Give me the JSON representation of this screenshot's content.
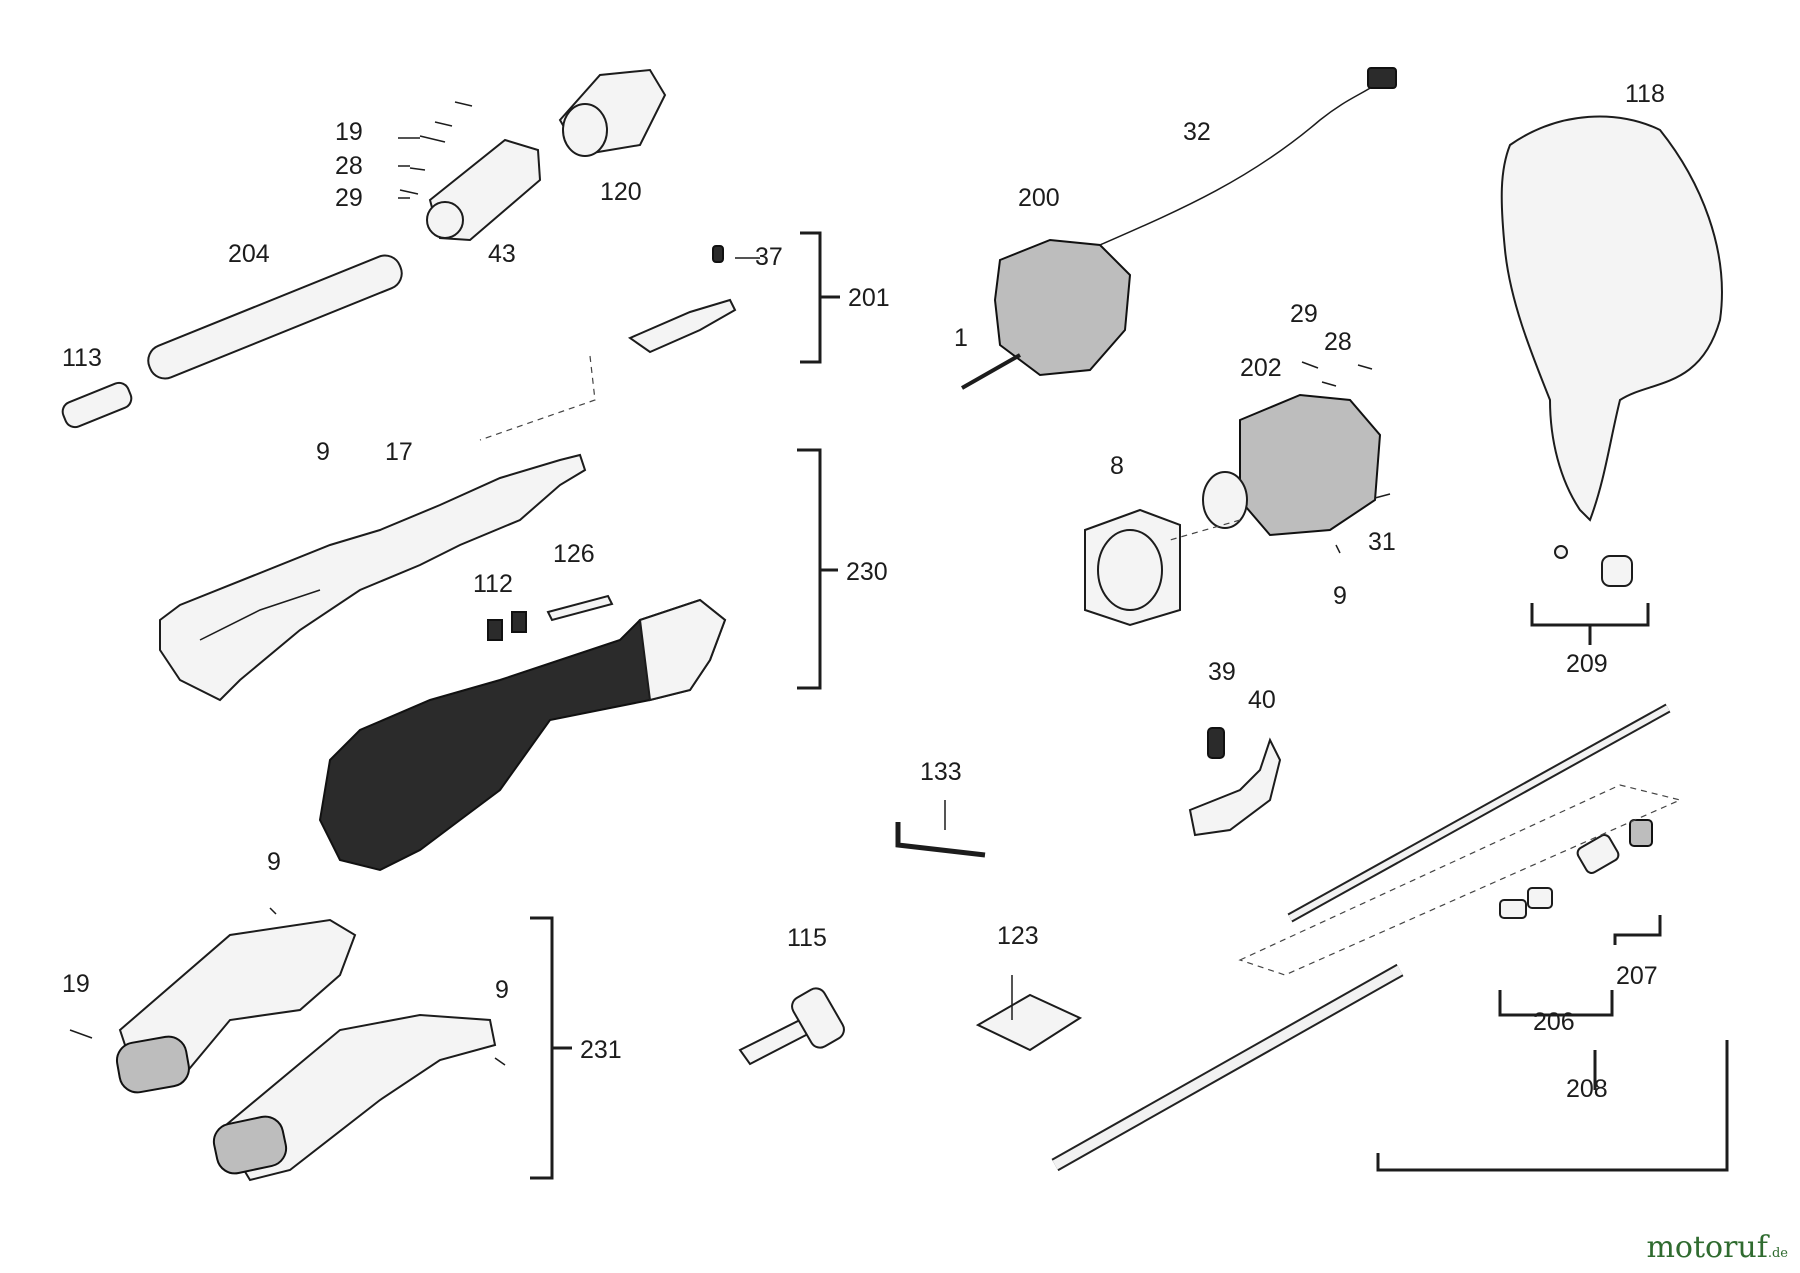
{
  "labels": {
    "l1": "1",
    "l8": "8",
    "l9a": "9",
    "l9b": "9",
    "l9c": "9",
    "l9d": "9",
    "l17": "17",
    "l19a": "19",
    "l19b": "19",
    "l28a": "28",
    "l28b": "28",
    "l29a": "29",
    "l29b": "29",
    "l31": "31",
    "l32": "32",
    "l37": "37",
    "l39": "39",
    "l40": "40",
    "l43": "43",
    "l112": "112",
    "l113": "113",
    "l115": "115",
    "l118": "118",
    "l120": "120",
    "l123": "123",
    "l126": "126",
    "l133": "133",
    "l200": "200",
    "l201": "201",
    "l202": "202",
    "l204": "204",
    "l206": "206",
    "l207": "207",
    "l208": "208",
    "l209": "209",
    "l230": "230",
    "l231": "231"
  },
  "watermark": {
    "name": "motoruf",
    "tld": ".de"
  }
}
